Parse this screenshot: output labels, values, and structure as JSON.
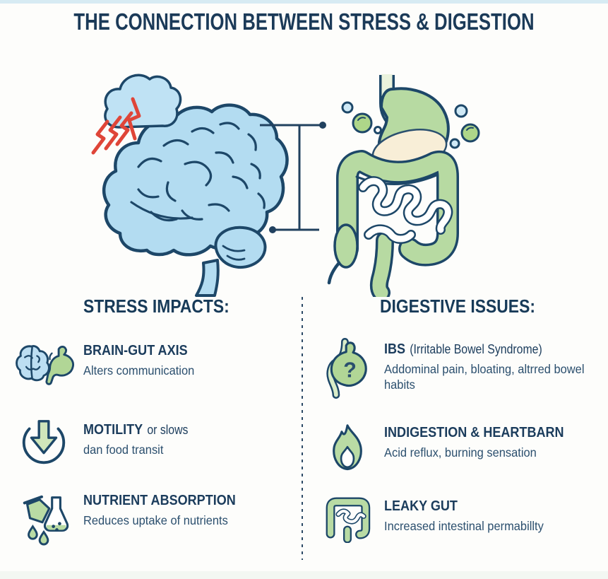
{
  "title": "THE CONNECTION BETWEEN STRESS & DIGESTION",
  "illustration": {
    "left_figure": "stressed-brain-with-storm-cloud-and-lightning",
    "right_figure": "digestive-system-stomach-and-intestines",
    "connector": "brain-gut-link-line"
  },
  "left_column": {
    "header": "STRESS IMPACTS:",
    "items": [
      {
        "icon": "brain-gut-icon",
        "title": "BRAIN-GUT AXIS",
        "title_note": "",
        "desc": "Alters communication"
      },
      {
        "icon": "motility-down-arrow-icon",
        "title": "MOTILITY",
        "title_note": "or slows",
        "desc": "dan food transit"
      },
      {
        "icon": "nutrient-flask-icon",
        "title": "NUTRIENT ABSORPTION",
        "title_note": "",
        "desc": "Reduces uptake of nutrients"
      }
    ]
  },
  "right_column": {
    "header": "DIGESTIVE ISSUES:",
    "items": [
      {
        "icon": "stomach-question-icon",
        "title": "IBS",
        "title_note": "(Irritable Bowel Syndrome)",
        "desc": "Addominal pain, bloating, altrred bowel habits"
      },
      {
        "icon": "heartburn-flame-icon",
        "title": "INDIGESTION & HEARTBARN",
        "title_note": "",
        "desc": "Acid reflux, burning sensation"
      },
      {
        "icon": "leaky-gut-intestines-icon",
        "title": "LEAKY GUT",
        "title_note": "",
        "desc": "Increased intestinal permabillty"
      }
    ]
  },
  "colors": {
    "navy": "#1d4768",
    "text_navy": "#1b3c5c",
    "brain_blue": "#b3dcf1",
    "gut_green": "#b7daa2",
    "cream": "#f8eed7",
    "lightning_red": "#df4538",
    "background": "#fdfdfb",
    "top_strip": "#d7ebf3"
  }
}
